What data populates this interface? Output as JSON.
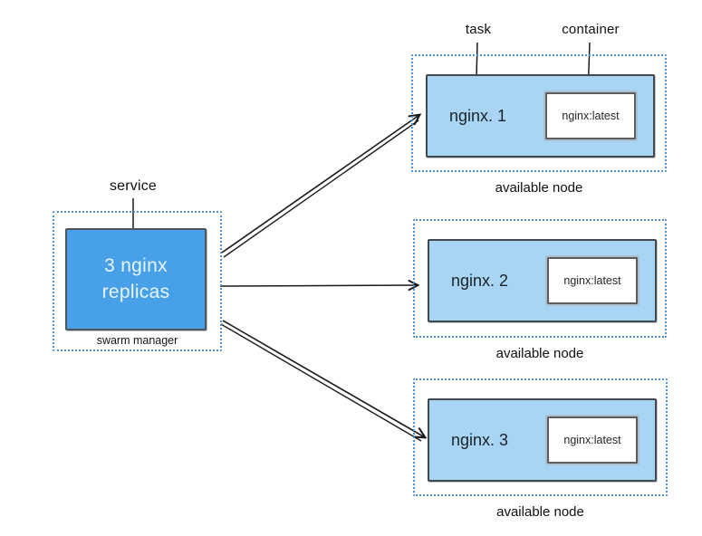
{
  "labels": {
    "task": "task",
    "container": "container",
    "service": "service"
  },
  "service": {
    "title_line1": "3 nginx",
    "title_line2": "replicas",
    "caption": "swarm manager"
  },
  "nodes": [
    {
      "task": "nginx. 1",
      "image": "nginx:latest",
      "caption": "available node"
    },
    {
      "task": "nginx. 2",
      "image": "nginx:latest",
      "caption": "available node"
    },
    {
      "task": "nginx. 3",
      "image": "nginx:latest",
      "caption": "available node"
    }
  ],
  "colors": {
    "node_fill": "#a9d5f4",
    "service_fill": "#47a0e8",
    "service_text": "#e9f5fd",
    "dotted_border": "#4a90d9",
    "box_outline": "#434a4f",
    "arrow": "#1a1a1a"
  }
}
